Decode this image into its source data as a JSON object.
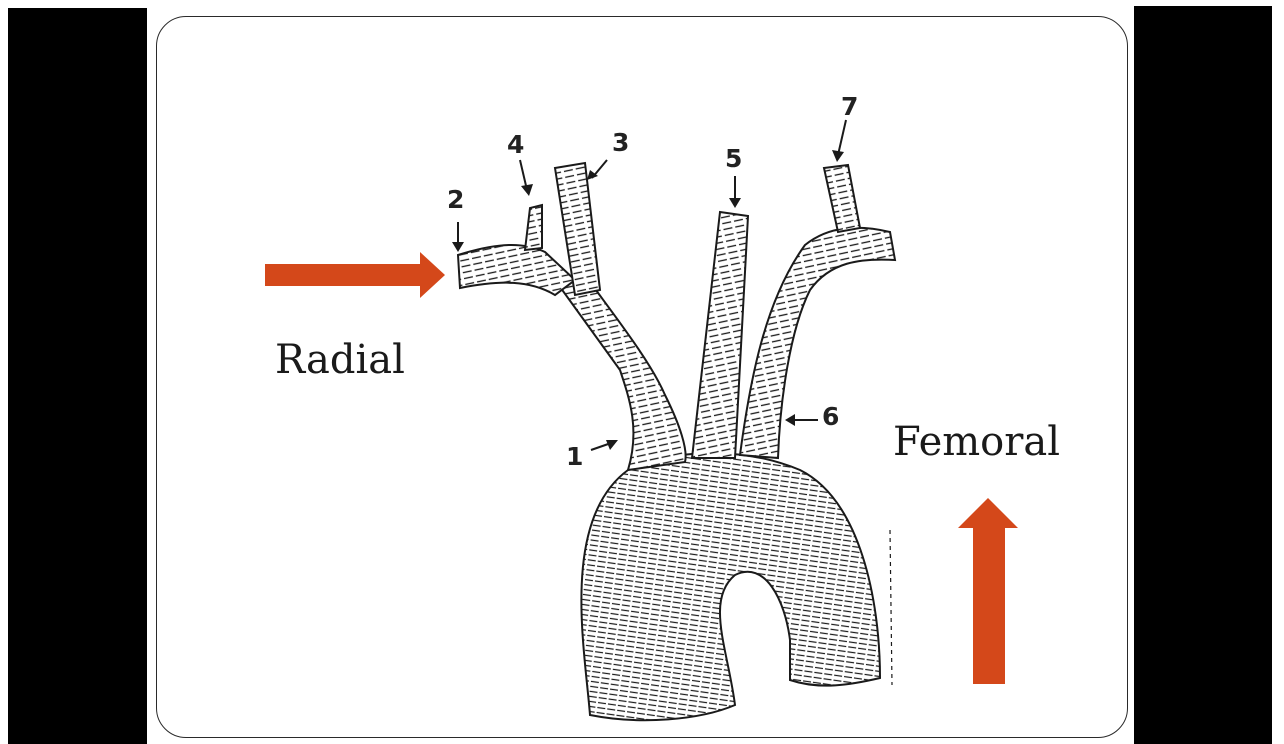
{
  "labels": {
    "radial": "Radial",
    "femoral": "Femoral"
  },
  "numbers": {
    "n1": "1",
    "n2": "2",
    "n3": "3",
    "n4": "4",
    "n5": "5",
    "n6": "6",
    "n7": "7"
  },
  "colors": {
    "arrow": "#d4481a",
    "bars": "#000000",
    "line": "#1a1a1a"
  }
}
